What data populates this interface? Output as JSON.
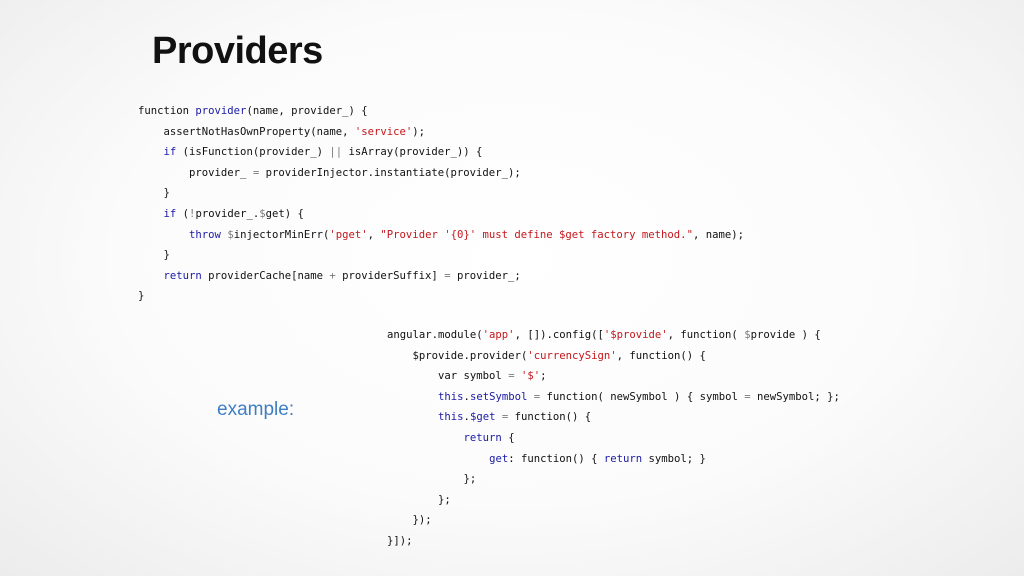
{
  "slide": {
    "title": "Providers",
    "example_label": "example:"
  },
  "colors": {
    "keyword": "#1a1aa6",
    "string": "#c4161c",
    "operator": "#7a7a7a",
    "example_label": "#3f7ec4"
  },
  "code_blocks": [
    {
      "name": "provider-function",
      "lines": [
        {
          "indent": 0,
          "tokens": [
            {
              "t": "function ",
              "c": "p"
            },
            {
              "t": "provider",
              "c": "kw"
            },
            {
              "t": "(name, provider_) {",
              "c": "p"
            }
          ]
        },
        {
          "indent": 1,
          "tokens": [
            {
              "t": "assertNotHasOwnProperty(name, ",
              "c": "p"
            },
            {
              "t": "'service'",
              "c": "str"
            },
            {
              "t": ");",
              "c": "p"
            }
          ]
        },
        {
          "indent": 1,
          "tokens": [
            {
              "t": "if",
              "c": "kw"
            },
            {
              "t": " (isFunction(provider_) ",
              "c": "p"
            },
            {
              "t": "||",
              "c": "op"
            },
            {
              "t": " isArray(provider_)) {",
              "c": "p"
            }
          ]
        },
        {
          "indent": 2,
          "tokens": [
            {
              "t": "provider_ ",
              "c": "p"
            },
            {
              "t": "=",
              "c": "op"
            },
            {
              "t": " providerInjector.instantiate(provider_);",
              "c": "p"
            }
          ]
        },
        {
          "indent": 1,
          "tokens": [
            {
              "t": "}",
              "c": "p"
            }
          ]
        },
        {
          "indent": 1,
          "tokens": [
            {
              "t": "if",
              "c": "kw"
            },
            {
              "t": " (",
              "c": "p"
            },
            {
              "t": "!",
              "c": "op"
            },
            {
              "t": "provider_.",
              "c": "p"
            },
            {
              "t": "$",
              "c": "op"
            },
            {
              "t": "get) {",
              "c": "p"
            }
          ]
        },
        {
          "indent": 2,
          "tokens": [
            {
              "t": "throw",
              "c": "kw"
            },
            {
              "t": " ",
              "c": "p"
            },
            {
              "t": "$",
              "c": "op"
            },
            {
              "t": "injectorMinErr(",
              "c": "p"
            },
            {
              "t": "'pget'",
              "c": "str"
            },
            {
              "t": ", ",
              "c": "p"
            },
            {
              "t": "\"Provider '{0}' must define $get factory method.\"",
              "c": "str"
            },
            {
              "t": ", name);",
              "c": "p"
            }
          ]
        },
        {
          "indent": 1,
          "tokens": [
            {
              "t": "}",
              "c": "p"
            }
          ]
        },
        {
          "indent": 1,
          "tokens": [
            {
              "t": "return",
              "c": "kw"
            },
            {
              "t": " providerCache[name ",
              "c": "p"
            },
            {
              "t": "+",
              "c": "op"
            },
            {
              "t": " providerSuffix] ",
              "c": "p"
            },
            {
              "t": "=",
              "c": "op"
            },
            {
              "t": " provider_;",
              "c": "p"
            }
          ]
        },
        {
          "indent": 0,
          "tokens": [
            {
              "t": "}",
              "c": "p"
            }
          ]
        }
      ]
    },
    {
      "name": "example-code",
      "lines": [
        {
          "indent": 0,
          "tokens": [
            {
              "t": "angular.module(",
              "c": "p"
            },
            {
              "t": "'app'",
              "c": "str"
            },
            {
              "t": ", []).config([",
              "c": "p"
            },
            {
              "t": "'$provide'",
              "c": "str"
            },
            {
              "t": ", function( ",
              "c": "p"
            },
            {
              "t": "$",
              "c": "op"
            },
            {
              "t": "provide ) {",
              "c": "p"
            }
          ]
        },
        {
          "indent": 1,
          "tokens": [
            {
              "t": "$provide.provider(",
              "c": "p"
            },
            {
              "t": "'currencySign'",
              "c": "str"
            },
            {
              "t": ", function() {",
              "c": "p"
            }
          ]
        },
        {
          "indent": 2,
          "tokens": [
            {
              "t": "var symbol ",
              "c": "p"
            },
            {
              "t": "=",
              "c": "op"
            },
            {
              "t": " ",
              "c": "p"
            },
            {
              "t": "'$'",
              "c": "str"
            },
            {
              "t": ";",
              "c": "p"
            }
          ]
        },
        {
          "indent": 2,
          "tokens": [
            {
              "t": "this",
              "c": "kw"
            },
            {
              "t": ".",
              "c": "p"
            },
            {
              "t": "setSymbol",
              "c": "kw"
            },
            {
              "t": " ",
              "c": "p"
            },
            {
              "t": "=",
              "c": "op"
            },
            {
              "t": " function( newSymbol ) { symbol ",
              "c": "p"
            },
            {
              "t": "=",
              "c": "op"
            },
            {
              "t": " newSymbol; };",
              "c": "p"
            }
          ]
        },
        {
          "indent": 2,
          "tokens": [
            {
              "t": "this",
              "c": "kw"
            },
            {
              "t": ".",
              "c": "p"
            },
            {
              "t": "$get",
              "c": "kw"
            },
            {
              "t": " ",
              "c": "p"
            },
            {
              "t": "=",
              "c": "op"
            },
            {
              "t": " function() {",
              "c": "p"
            }
          ]
        },
        {
          "indent": 3,
          "tokens": [
            {
              "t": "return",
              "c": "kw"
            },
            {
              "t": " {",
              "c": "p"
            }
          ]
        },
        {
          "indent": 4,
          "tokens": [
            {
              "t": "get",
              "c": "kw"
            },
            {
              "t": ": function() { ",
              "c": "p"
            },
            {
              "t": "return",
              "c": "kw"
            },
            {
              "t": " symbol; }",
              "c": "p"
            }
          ]
        },
        {
          "indent": 3,
          "tokens": [
            {
              "t": "};",
              "c": "p"
            }
          ]
        },
        {
          "indent": 2,
          "tokens": [
            {
              "t": "};",
              "c": "p"
            }
          ]
        },
        {
          "indent": 1,
          "tokens": [
            {
              "t": "});",
              "c": "p"
            }
          ]
        },
        {
          "indent": 0,
          "tokens": [
            {
              "t": "}]);",
              "c": "p"
            }
          ]
        }
      ]
    }
  ]
}
